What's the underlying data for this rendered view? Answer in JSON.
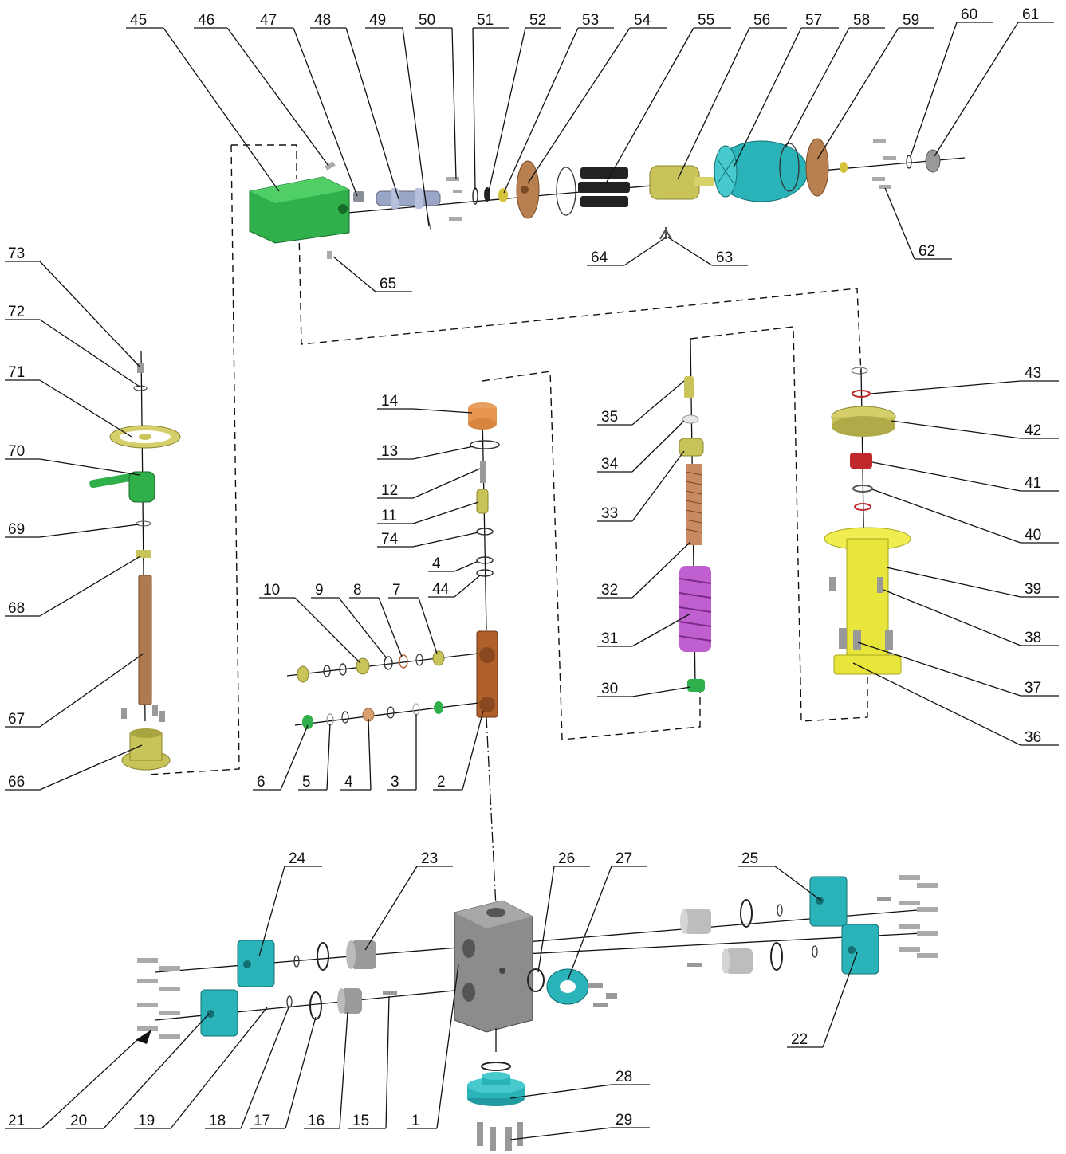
{
  "colors": {
    "green": "#2fb04a",
    "olive": "#c9c45a",
    "yellow": "#e8e63a",
    "copper": "#b06a35",
    "teal": "#2ab3b8",
    "grey": "#9a9a9a",
    "purple": "#c060d0",
    "red": "#c0282c",
    "dark": "#2a2a2a"
  },
  "parts": {
    "p1": "1",
    "p2": "2",
    "p3": "3",
    "p4": "4",
    "p5": "5",
    "p6": "6",
    "p7": "7",
    "p8": "8",
    "p9": "9",
    "p10": "10",
    "p11": "11",
    "p12": "12",
    "p13": "13",
    "p14": "14",
    "p15": "15",
    "p16": "16",
    "p17": "17",
    "p18": "18",
    "p19": "19",
    "p20": "20",
    "p21": "21",
    "p22": "22",
    "p23": "23",
    "p24": "24",
    "p25": "25",
    "p26": "26",
    "p27": "27",
    "p28": "28",
    "p29": "29",
    "p30": "30",
    "p31": "31",
    "p32": "32",
    "p33": "33",
    "p34": "34",
    "p35": "35",
    "p36": "36",
    "p37": "37",
    "p38": "38",
    "p39": "39",
    "p40": "40",
    "p41": "41",
    "p42": "42",
    "p43": "43",
    "p44": "44",
    "p45": "45",
    "p46": "46",
    "p47": "47",
    "p48": "48",
    "p49": "49",
    "p50": "50",
    "p51": "51",
    "p52": "52",
    "p53": "53",
    "p54": "54",
    "p55": "55",
    "p56": "56",
    "p57": "57",
    "p58": "58",
    "p59": "59",
    "p60": "60",
    "p61": "61",
    "p62": "62",
    "p63": "63",
    "p64": "64",
    "p65": "65",
    "p66": "66",
    "p67": "67",
    "p68": "68",
    "p69": "69",
    "p70": "70",
    "p71": "71",
    "p72": "72",
    "p73": "73",
    "p74": "74",
    "p4b": "4"
  }
}
